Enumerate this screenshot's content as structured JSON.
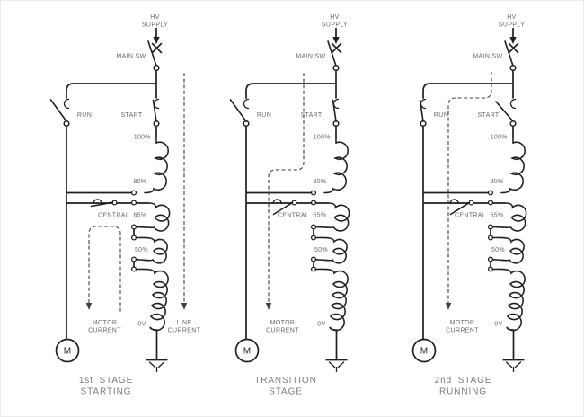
{
  "figure": {
    "description": "Three-stage autotransformer (Korndorfer) motor starter circuit diagrams",
    "colors": {
      "background": "#ffffff",
      "line": "#1f1f1f",
      "dashed_flow": "#3f3f3f",
      "label": "#686868",
      "caption": "#7d7d7d"
    }
  },
  "diagrams": [
    {
      "caption": {
        "line1": "1st STAGE",
        "line2": "STARTING"
      },
      "labels": {
        "hv": "HV",
        "supply": "SUPPLY",
        "main_sw": "MAIN SW",
        "run": "RUN",
        "start": "START",
        "tap_100": "100%",
        "tap_80": "80%",
        "central": "CENTRAL",
        "tap_65": "65%",
        "tap_50": "50%",
        "tap_0": "0V",
        "motor": "M",
        "motor_current_line1": "MOTOR",
        "motor_current_line2": "CURRENT",
        "line_current_line1": "LINE",
        "line_current_line2": "CURRENT"
      },
      "switch_states": {
        "main_sw": "closed",
        "run": "open",
        "start": "closed",
        "central": "closed"
      },
      "current_arrows": [
        "MOTOR CURRENT",
        "LINE CURRENT"
      ]
    },
    {
      "caption": {
        "line1": "TRANSITION",
        "line2": "STAGE"
      },
      "labels": {
        "hv": "HV",
        "supply": "SUPPLY",
        "main_sw": "MAIN SW",
        "run": "RUN",
        "start": "START",
        "tap_100": "100%",
        "tap_80": "80%",
        "central": "CENTRAL",
        "tap_65": "65%",
        "tap_50": "50%",
        "tap_0": "0V",
        "motor": "M",
        "motor_current_line1": "MOTOR",
        "motor_current_line2": "CURRENT"
      },
      "switch_states": {
        "main_sw": "closed",
        "run": "open",
        "start": "closed",
        "central": "open"
      },
      "current_arrows": [
        "MOTOR CURRENT"
      ]
    },
    {
      "caption": {
        "line1": "2nd STAGE",
        "line2": "RUNNING"
      },
      "labels": {
        "hv": "HV",
        "supply": "SUPPLY",
        "main_sw": "MAIN SW",
        "run": "RUN",
        "start": "START",
        "tap_100": "100%",
        "tap_80": "80%",
        "central": "CENTRAL",
        "tap_65": "65%",
        "tap_50": "50%",
        "tap_0": "0V",
        "motor": "M",
        "motor_current_line1": "MOTOR",
        "motor_current_line2": "CURRENT"
      },
      "switch_states": {
        "main_sw": "closed",
        "run": "closed",
        "start": "open",
        "central": "open"
      },
      "current_arrows": [
        "MOTOR CURRENT"
      ]
    }
  ]
}
